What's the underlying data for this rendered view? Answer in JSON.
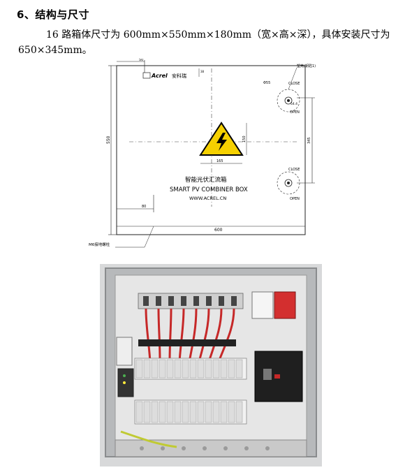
{
  "section": {
    "heading": "6、结构与尺寸",
    "paragraph": "16 路箱体尺寸为 600mm×550mm×180mm（宽×高×深），具体安装尺寸为 650×345mm。"
  },
  "drawing": {
    "logo_brand": "Acrel",
    "logo_cn": "安科瑞",
    "title_cn": "智能光伏汇流箱",
    "title_en": "SMART PV COMBINER BOX",
    "website": "WWW.ACREL.CN",
    "dimensions": {
      "width": "600",
      "height": "550",
      "top_offset": "50",
      "top_small": "38",
      "left_bottom": "80",
      "mount_height": "345",
      "lock_offset": "54.4",
      "sign_width": "165",
      "sign_height": "150",
      "hole": "Φ55"
    },
    "lock_top": {
      "close": "CLOSE",
      "open": "OPEN"
    },
    "lock_bottom": {
      "close": "CLOSE",
      "open": "OPEN"
    },
    "callout_grounding": "M6接地螺柱",
    "callout_gland": "塑壳(钥匙1)"
  },
  "photo": {
    "caption_icons": "combiner-box-interior-photo"
  }
}
